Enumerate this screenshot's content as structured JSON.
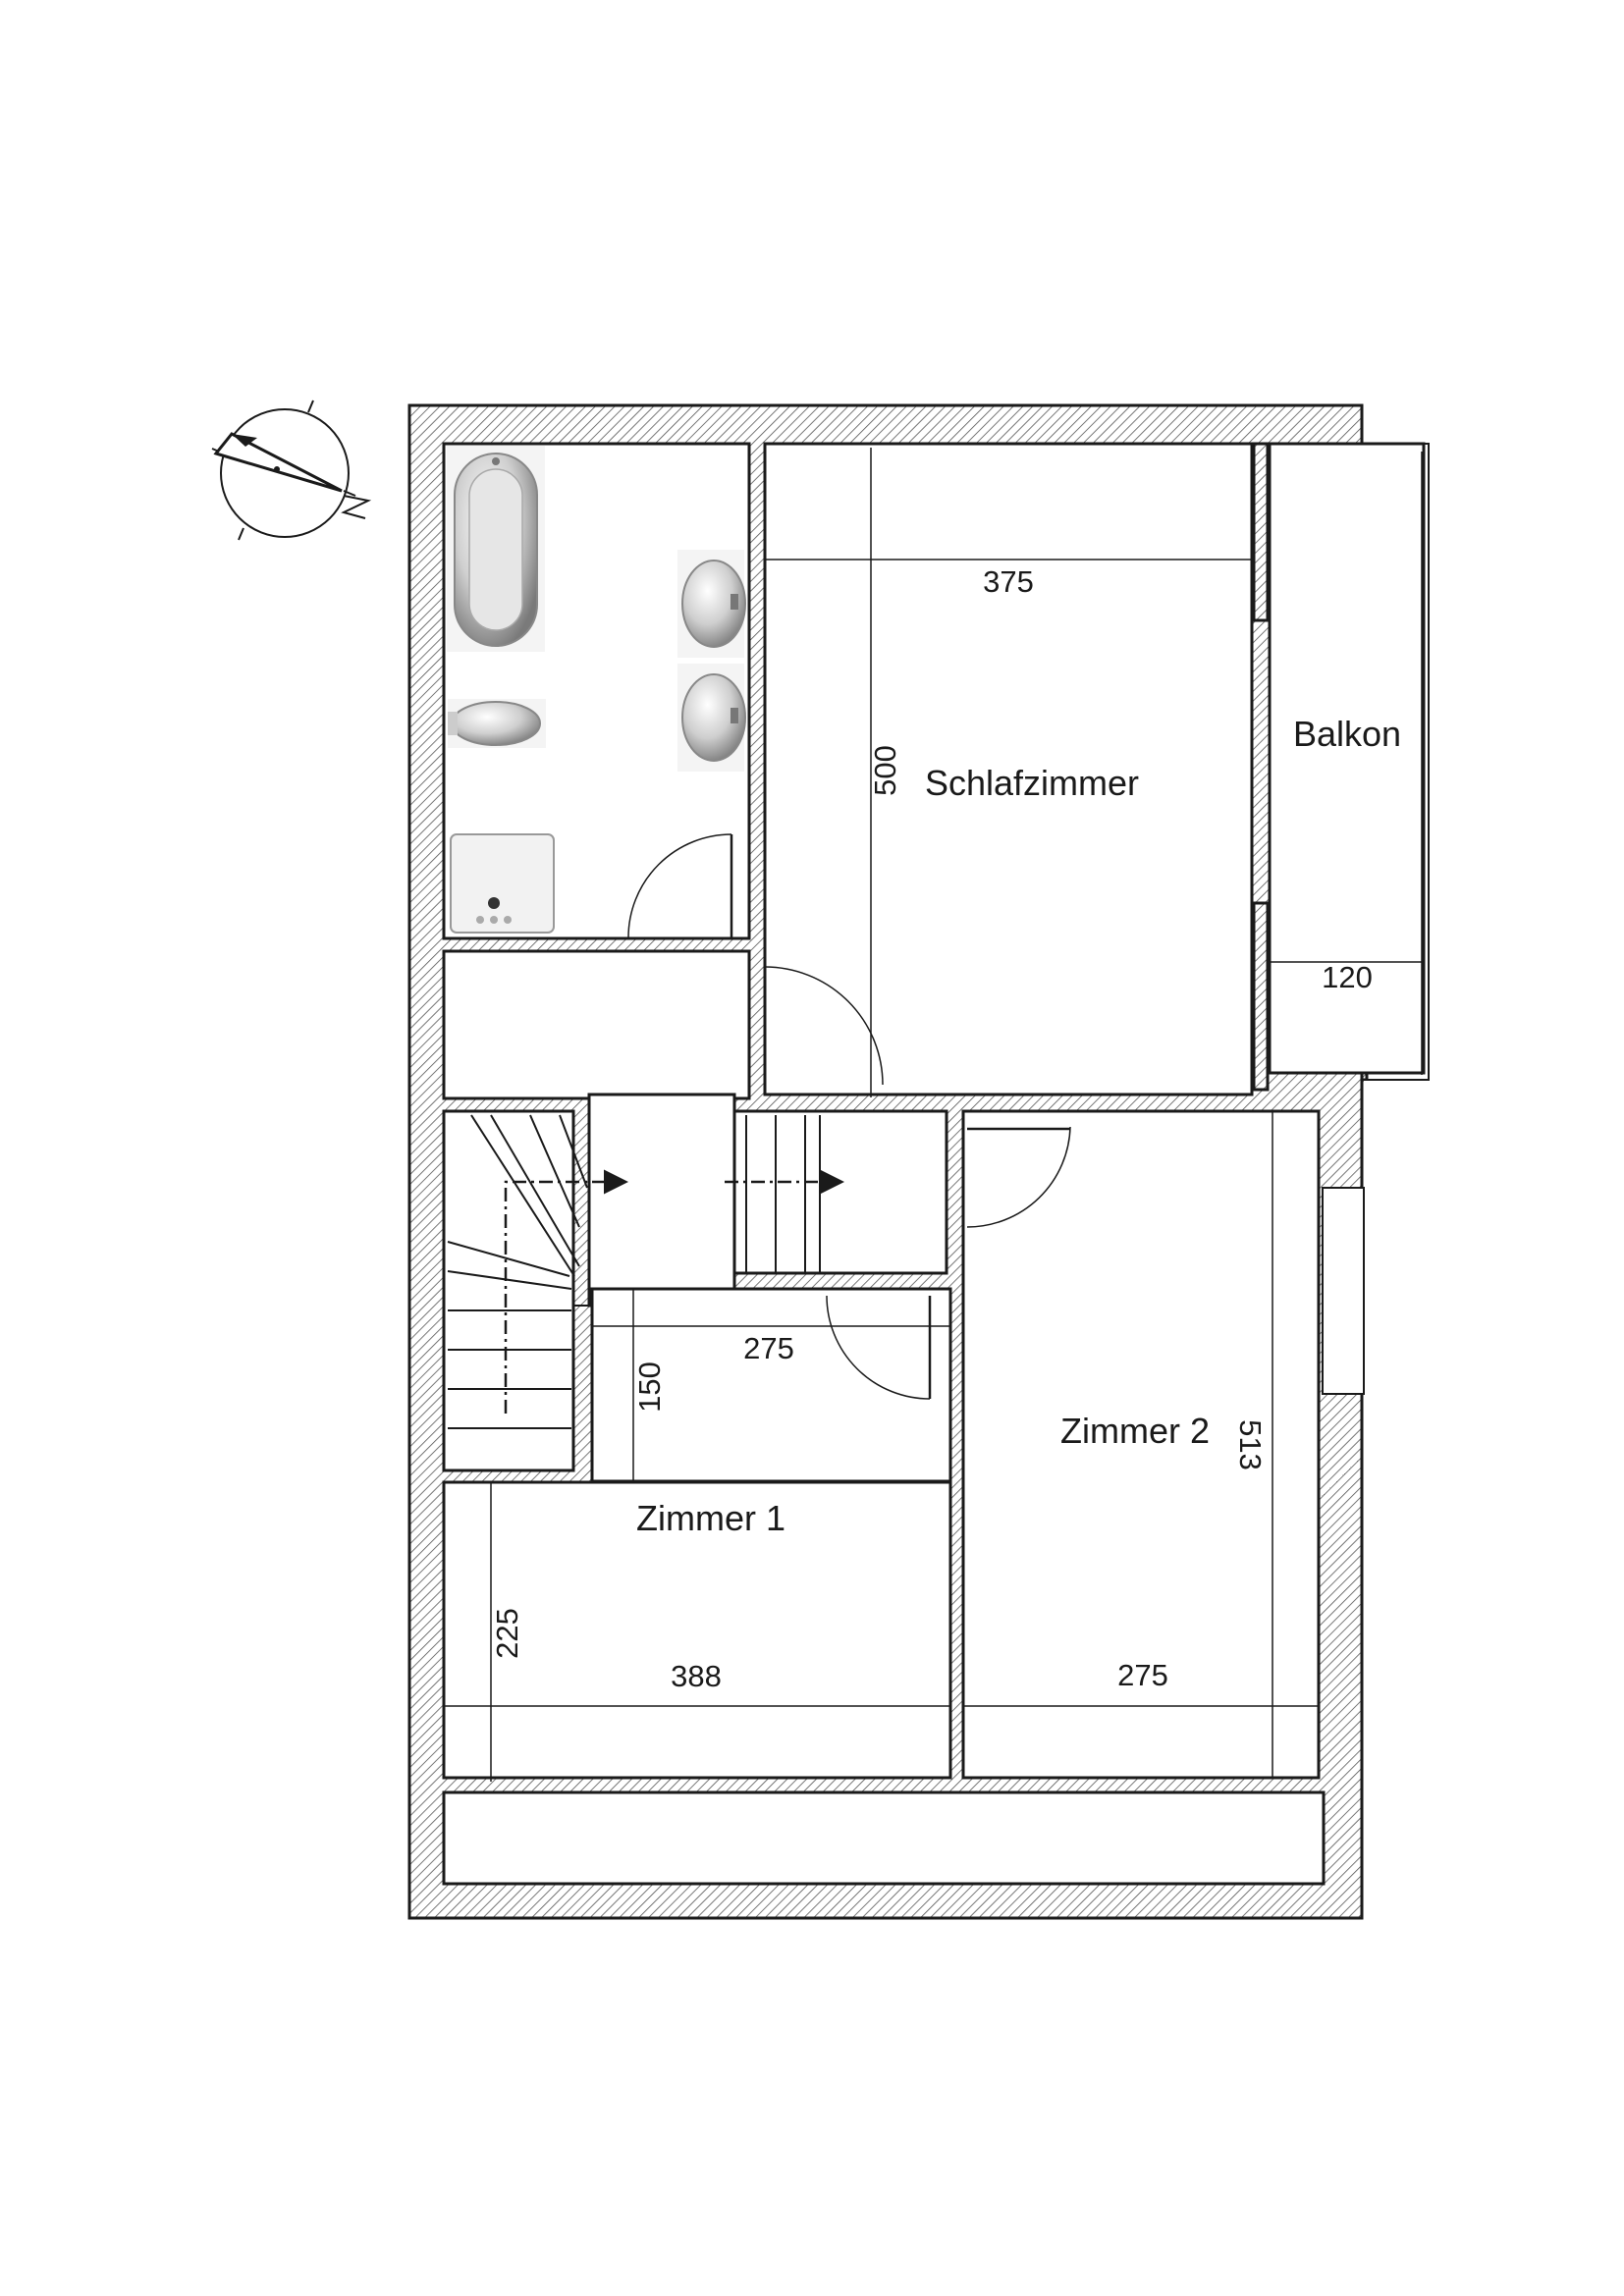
{
  "rooms": {
    "schlafzimmer": "Schlafzimmer",
    "balkon": "Balkon",
    "zimmer1": "Zimmer 1",
    "zimmer2": "Zimmer 2"
  },
  "dimensions": {
    "schlafzimmer_width": "375",
    "schlafzimmer_depth": "500",
    "balkon_depth": "120",
    "zimmer1_width_top": "275",
    "zimmer1_niche_depth": "150",
    "zimmer1_width_bottom": "388",
    "zimmer1_side": "225",
    "zimmer2_width": "275",
    "zimmer2_depth": "513"
  },
  "compass": {
    "icon": "north-arrow-icon"
  }
}
